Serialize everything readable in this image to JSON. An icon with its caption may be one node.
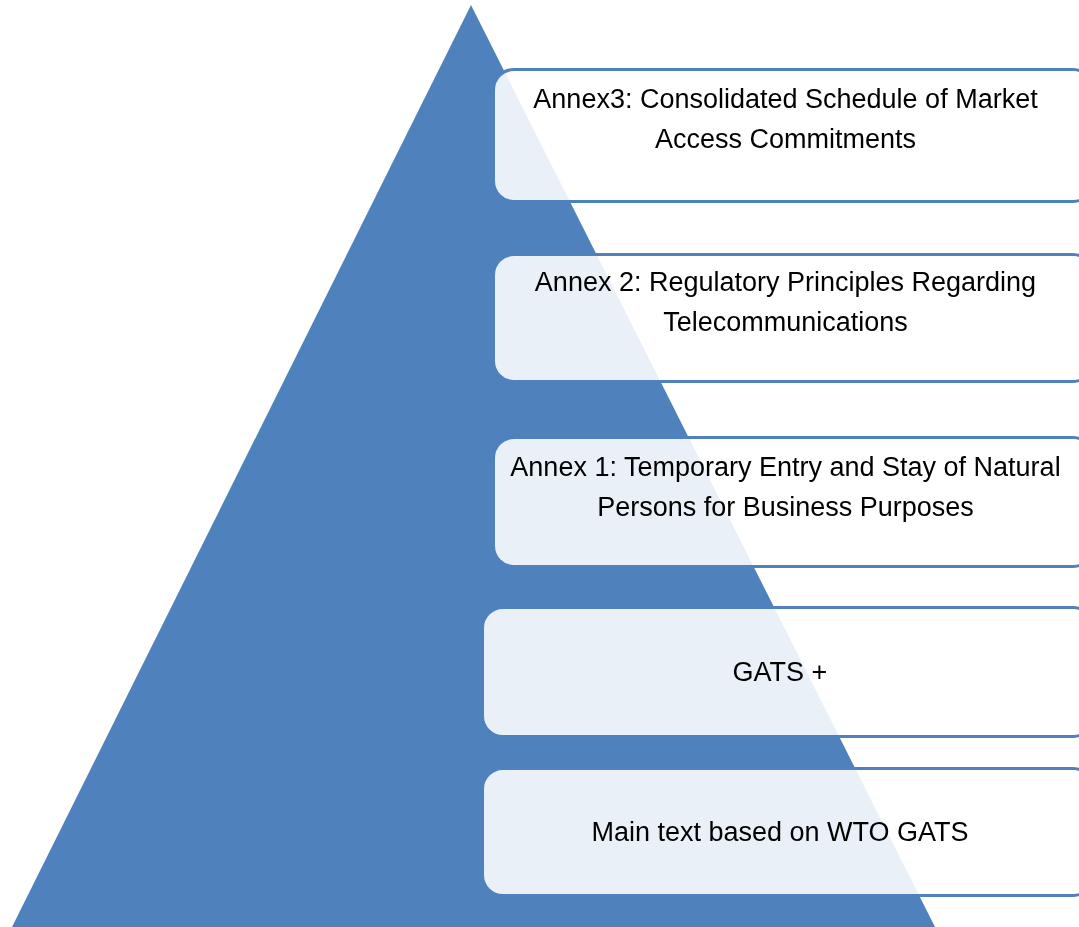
{
  "diagram": {
    "nodes": [
      {
        "text": [
          "Annex3: Consolidated Schedule of Market Access Commitments"
        ]
      },
      {
        "text": [
          "Annex 2: Regulatory Principles Regarding Telecommunications"
        ]
      },
      {
        "text": [
          "Annex 1: Temporary Entry and Stay of Natural Persons for Business Purposes"
        ]
      },
      {
        "text": [
          "GATS +"
        ]
      },
      {
        "text": [
          "Main text based on WTO GATS"
        ]
      }
    ]
  }
}
